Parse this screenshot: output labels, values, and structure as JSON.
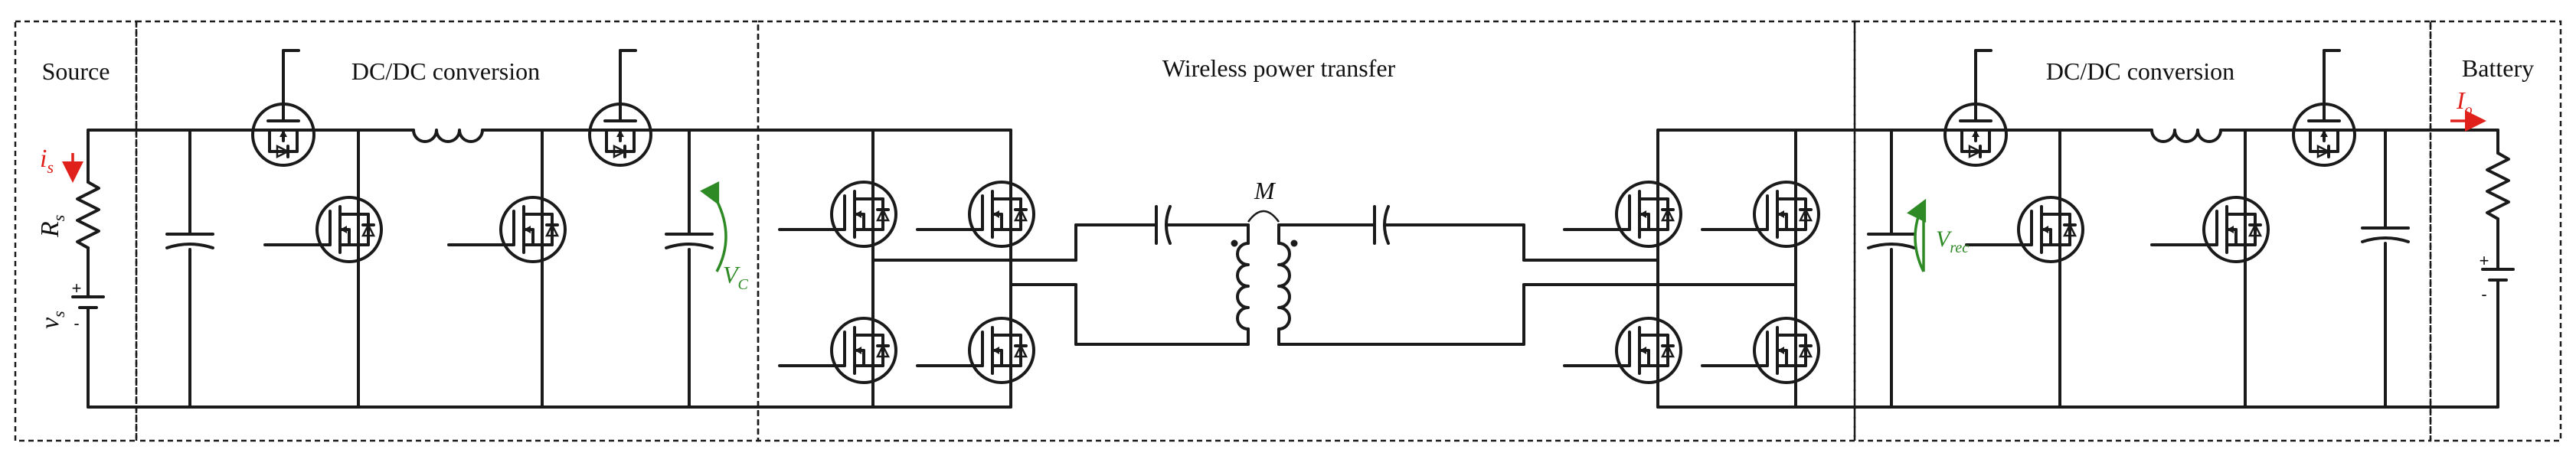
{
  "sections": [
    {
      "id": "source",
      "title": "Source"
    },
    {
      "id": "dcdc-in",
      "title": "DC/DC conversion"
    },
    {
      "id": "wpt",
      "title": "Wireless power transfer"
    },
    {
      "id": "dcdc-out",
      "title": "DC/DC conversion"
    },
    {
      "id": "battery",
      "title": "Battery"
    }
  ],
  "labels": {
    "is": {
      "main": "i",
      "sub": "s"
    },
    "rs": {
      "main": "R",
      "sub": "s"
    },
    "vs": {
      "main": "v",
      "sub": "s"
    },
    "vc": {
      "main": "V",
      "sub": "C"
    },
    "m": {
      "main": "M"
    },
    "vrec": {
      "main": "V",
      "sub": "rec"
    },
    "io": {
      "main": "I",
      "sub": "o"
    }
  },
  "signs": {
    "plus": "+",
    "minus": "-"
  },
  "colors": {
    "current_arrow": "#e0211b",
    "voltage_arrow": "#2e8a24",
    "wire": "#1a1a1a"
  }
}
